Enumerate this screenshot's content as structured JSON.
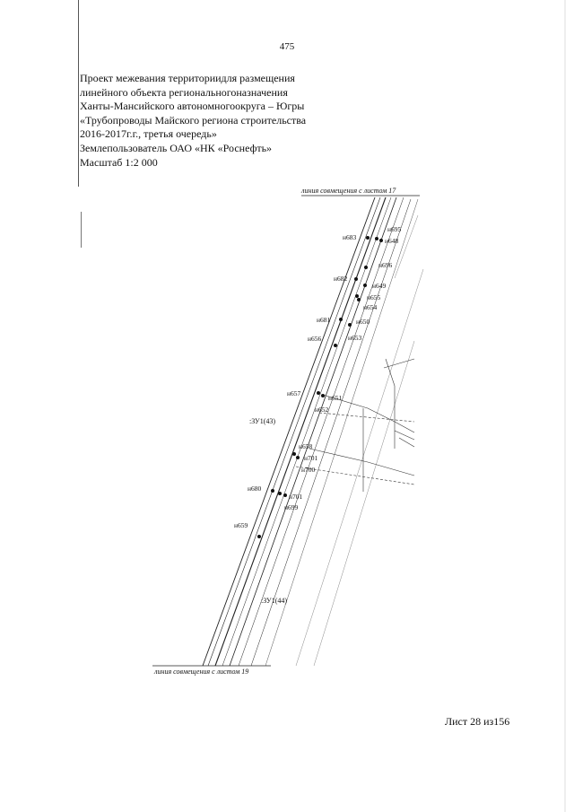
{
  "page_number": "475",
  "title_lines": [
    "Проект межевания территориидля размещения",
    "линейного объекта региональногоназначения",
    "Ханты-Мансийского автономногоокруга – Югры",
    "«Трубопроводы Майского региона строительства",
    "2016-2017г.г., третья очередь»",
    "Землепользователь ОАО «НК «Роснефть»",
    "Масштаб 1:2 000"
  ],
  "plan": {
    "match_line_top": "линия совмещения с листом 17",
    "match_line_bottom": "линия совмещения с листом 19",
    "parcels": [
      ":ЗУ1(43)",
      ":ЗУ1(44)"
    ],
    "points": [
      "н695",
      "н683",
      "н648",
      "н696",
      "н682",
      "н649",
      "н655",
      "н654",
      "н681",
      "н650",
      "н656",
      "н653",
      "н657",
      "н651",
      "н652",
      "н658",
      "н701",
      "н700",
      "н680",
      "н701",
      "н699",
      "н659"
    ]
  },
  "sheet_number": "Лист 28 из156"
}
